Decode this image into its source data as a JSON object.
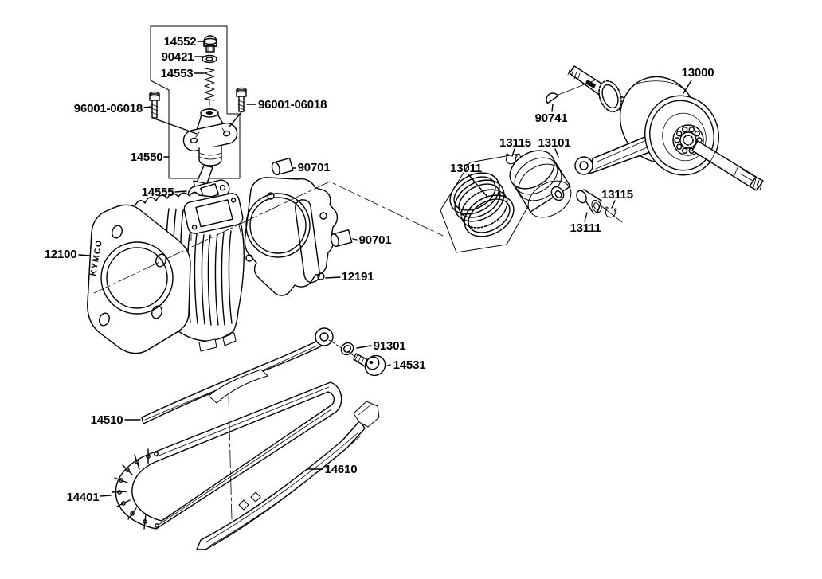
{
  "diagram": {
    "background_color": "#ffffff",
    "line_color": "#000000",
    "marking": "KYMCO"
  },
  "labels": {
    "l14552": "14552",
    "l90421": "90421",
    "l14553": "14553",
    "l96001_left": "96001-06018",
    "l96001_right": "96001-06018",
    "l14550": "14550",
    "l14555": "14555",
    "l12100": "12100",
    "l90701_top": "90701",
    "l90701_bottom": "90701",
    "l12191": "12191",
    "l13011": "13011",
    "l13115_left": "13115",
    "l13101": "13101",
    "l13115_right": "13115",
    "l13111": "13111",
    "l13000": "13000",
    "l90741": "90741",
    "l14510": "14510",
    "l14401": "14401",
    "l14610": "14610",
    "l91301": "91301",
    "l14531": "14531"
  }
}
